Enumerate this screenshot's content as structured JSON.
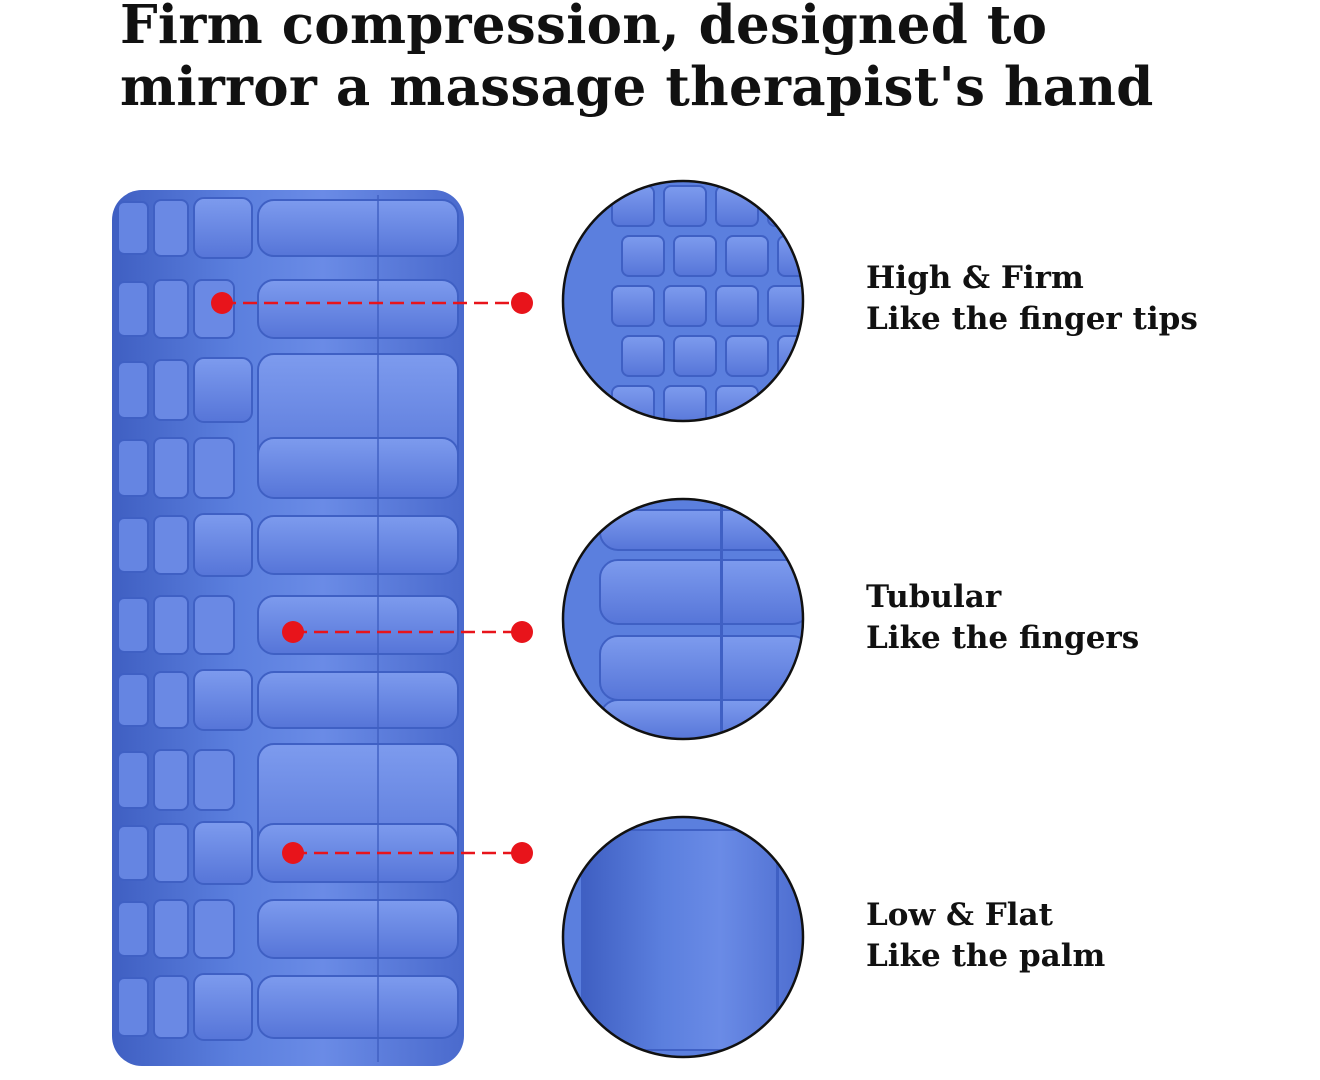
{
  "headline": {
    "line1": "Firm compression, designed to",
    "line2": "mirror a massage therapist's hand"
  },
  "features": [
    {
      "title": "High & Firm",
      "subtitle": "Like the finger tips",
      "zoom_texture": "fine-grid-nubs"
    },
    {
      "title": "Tubular",
      "subtitle": "Like the fingers",
      "zoom_texture": "tubular-ridges"
    },
    {
      "title": "Low & Flat",
      "subtitle": "Like the palm",
      "zoom_texture": "flat-surface"
    }
  ],
  "colors": {
    "roller_blue": "#5b7fde",
    "roller_shadow": "#3f60c4",
    "roller_highlight": "#7f9cee",
    "callout_red": "#e8141b",
    "circle_border": "#111111"
  }
}
